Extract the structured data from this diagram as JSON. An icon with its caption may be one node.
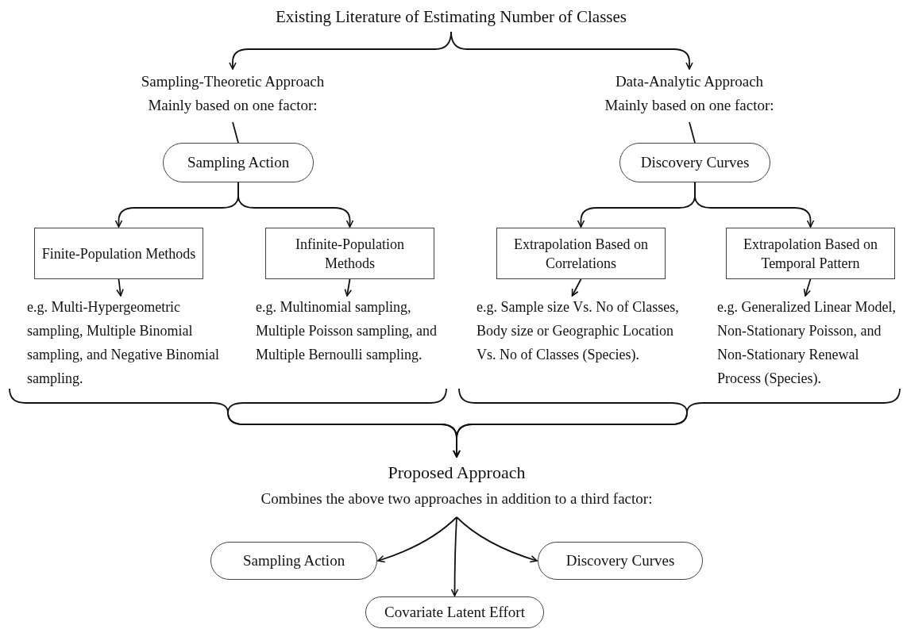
{
  "diagram": {
    "nodes": [
      {
        "text": [
          "Existing Literature of Estimating Number of Classes"
        ]
      },
      {
        "text": [
          "Sampling-Theoretic Approach",
          "Mainly based on one factor:"
        ]
      },
      {
        "text": [
          "Data-Analytic Approach",
          "Mainly based on one factor:"
        ]
      },
      {
        "text": [
          "Sampling Action"
        ]
      },
      {
        "text": [
          "Discovery Curves"
        ]
      },
      {
        "text": [
          "Finite-Population Methods"
        ]
      },
      {
        "text": [
          "Infinite-Population Methods"
        ]
      },
      {
        "text": [
          "Extrapolation Based on Correlations"
        ]
      },
      {
        "text": [
          "Extrapolation Based on Temporal Pattern"
        ]
      },
      {
        "text": [
          "e.g. Multi-Hypergeometric sampling, Multiple Binomial sampling, and Negative Binomial sampling."
        ]
      },
      {
        "text": [
          "e.g. Multinomial sampling, Multiple Poisson sampling, and Multiple Bernoulli sampling."
        ]
      },
      {
        "text": [
          "e.g. Sample size Vs. No of Classes, Body size or Geographic Location Vs. No of Classes (Species)."
        ]
      },
      {
        "text": [
          "e.g. Generalized Linear Model, Non-Stationary Poisson, and Non-Stationary Renewal Process (Species)."
        ]
      },
      {
        "text": [
          "Proposed Approach",
          "Combines the above two approaches in addition to a third factor:"
        ]
      },
      {
        "text": [
          "Sampling Action"
        ]
      },
      {
        "text": [
          "Discovery Curves"
        ]
      },
      {
        "text": [
          "Covariate Latent Effort"
        ]
      }
    ],
    "edges": [
      {
        "from": 0,
        "to": 1,
        "arrow": "to"
      },
      {
        "from": 0,
        "to": 2,
        "arrow": "to"
      },
      {
        "from": 1,
        "to": 3,
        "arrow": "none"
      },
      {
        "from": 2,
        "to": 4,
        "arrow": "none"
      },
      {
        "from": 3,
        "to": 5,
        "arrow": "to"
      },
      {
        "from": 3,
        "to": 6,
        "arrow": "to"
      },
      {
        "from": 4,
        "to": 7,
        "arrow": "to"
      },
      {
        "from": 4,
        "to": 8,
        "arrow": "to"
      },
      {
        "from": 5,
        "to": 9,
        "arrow": "to"
      },
      {
        "from": 6,
        "to": 10,
        "arrow": "to"
      },
      {
        "from": 7,
        "to": 11,
        "arrow": "to"
      },
      {
        "from": 8,
        "to": 12,
        "arrow": "to"
      },
      {
        "from": 9,
        "to": 13,
        "arrow": "to"
      },
      {
        "from": 10,
        "to": 13,
        "arrow": "to"
      },
      {
        "from": 11,
        "to": 13,
        "arrow": "to"
      },
      {
        "from": 12,
        "to": 13,
        "arrow": "to"
      },
      {
        "from": 13,
        "to": 14,
        "arrow": "to"
      },
      {
        "from": 13,
        "to": 15,
        "arrow": "to"
      },
      {
        "from": 13,
        "to": 16,
        "arrow": "to"
      }
    ]
  }
}
